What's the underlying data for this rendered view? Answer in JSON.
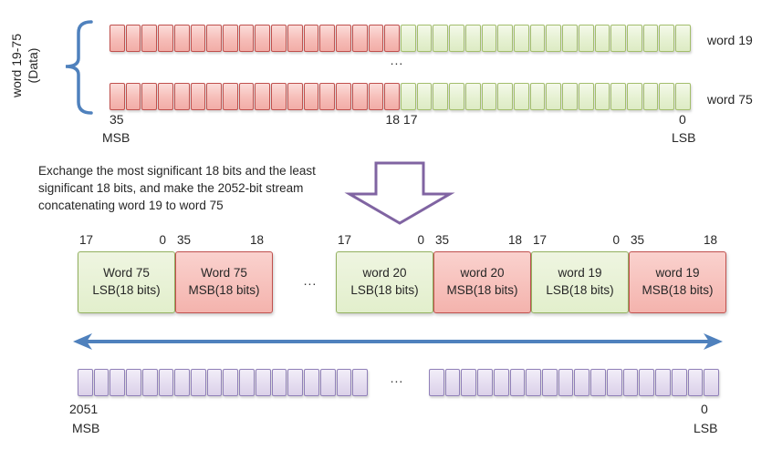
{
  "colors": {
    "red_border": "#C0504D",
    "red_fill": "#F7C3BE",
    "green_border": "#9BBB59",
    "green_fill": "#E6F0D2",
    "purple_border": "#8064A2",
    "purple_fill": "#E6DEF0",
    "blue_accent": "#4F81BD",
    "down_arrow_outline": "#8064A2"
  },
  "top_section": {
    "side_label_line1": "word 19-75",
    "side_label_line2": "(Data)",
    "row1_label": "word 19",
    "row2_label": "word 75",
    "ellipsis": "...",
    "bit_left": "35",
    "bit_mid": "18 17",
    "bit_right": "0",
    "msb": "MSB",
    "lsb": "LSB"
  },
  "bit_rows": {
    "word_row": {
      "segments": [
        {
          "color": "red",
          "count": 18
        },
        {
          "color": "green",
          "count": 18
        }
      ]
    },
    "stream_left": {
      "segments": [
        {
          "color": "purple",
          "count": 18
        }
      ]
    },
    "stream_right": {
      "segments": [
        {
          "color": "purple",
          "count": 18
        }
      ]
    }
  },
  "instruction": {
    "lines": [
      "Exchange the most significant 18 bits and the least",
      "significant 18 bits, and make the 2052-bit stream",
      "concatenating word 19 to word 75"
    ]
  },
  "exchange_row": {
    "ellipsis": "...",
    "boxes": [
      {
        "color": "green",
        "left_num": "17",
        "right_num": "0",
        "line1": "Word 75",
        "line2": "LSB(18 bits)"
      },
      {
        "color": "red",
        "left_num": "35",
        "right_num": "18",
        "line1": "Word 75",
        "line2": "MSB(18 bits)"
      },
      {
        "color": "green",
        "left_num": "17",
        "right_num": "0",
        "line1": "word 20",
        "line2": "LSB(18 bits)"
      },
      {
        "color": "red",
        "left_num": "35",
        "right_num": "18",
        "line1": "word 20",
        "line2": "MSB(18 bits)"
      },
      {
        "color": "green",
        "left_num": "17",
        "right_num": "0",
        "line1": "word 19",
        "line2": "LSB(18 bits)"
      },
      {
        "color": "red",
        "left_num": "35",
        "right_num": "18",
        "line1": "word 19",
        "line2": "MSB(18 bits)"
      }
    ]
  },
  "stream_section": {
    "ellipsis": "...",
    "left_bit": "2051",
    "left_label": "MSB",
    "right_bit": "0",
    "right_label": "LSB"
  }
}
